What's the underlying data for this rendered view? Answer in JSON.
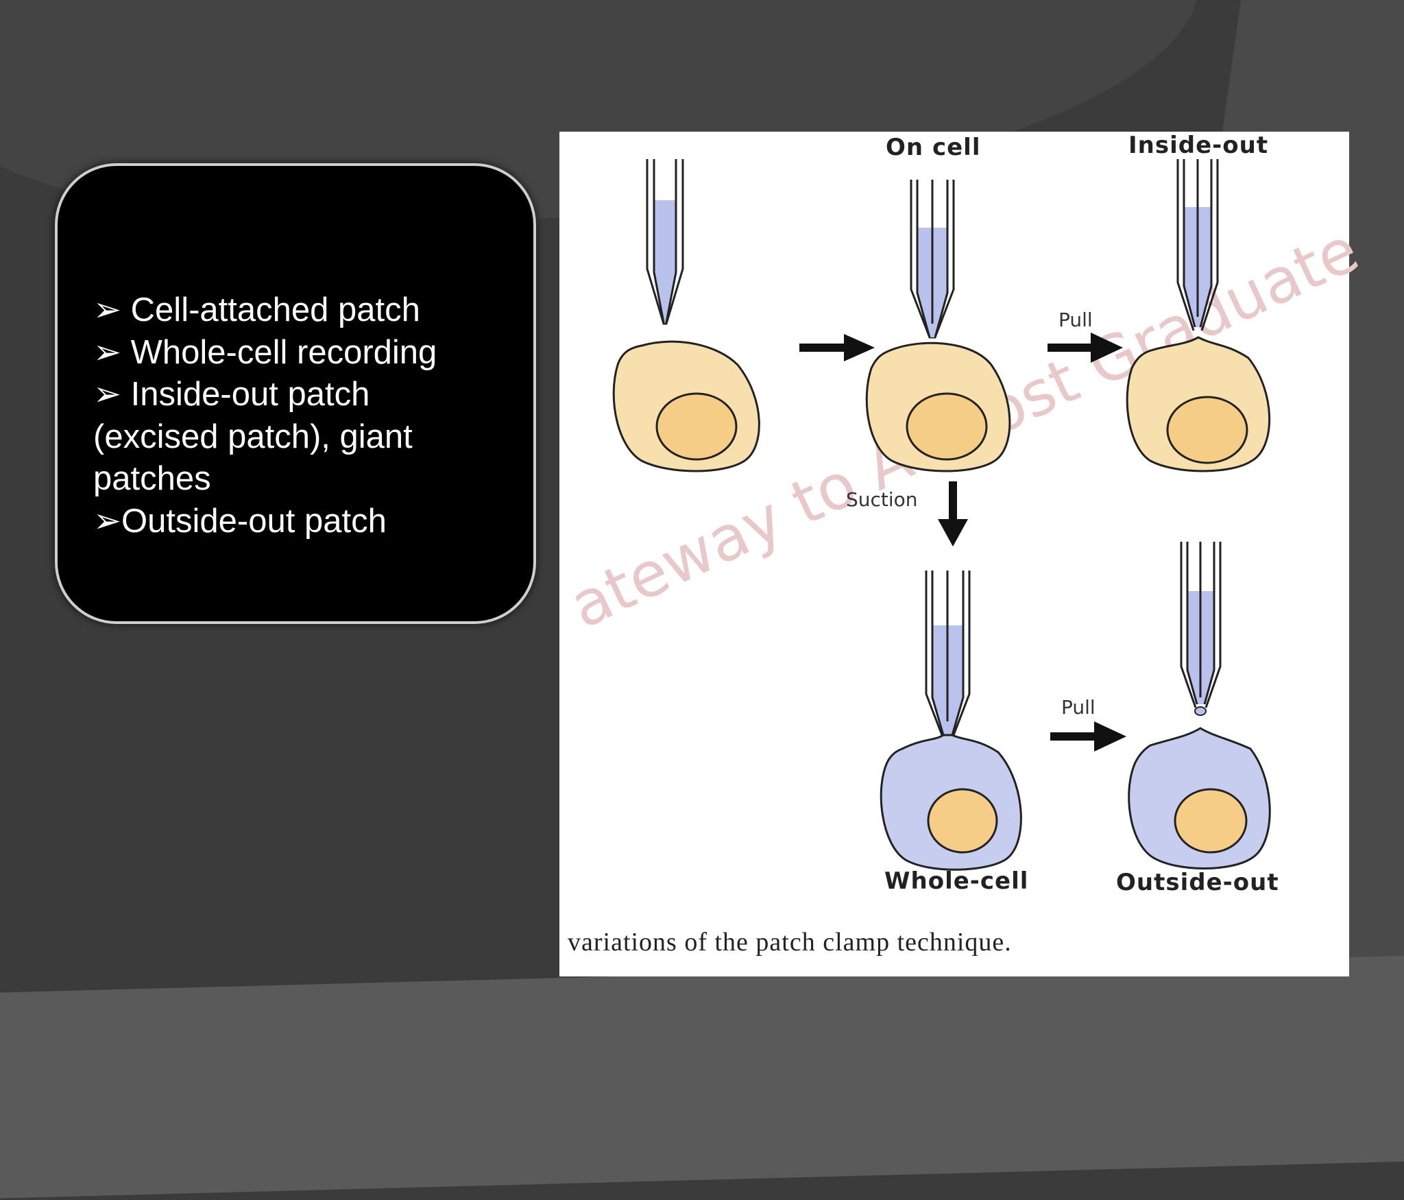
{
  "bullets": [
    "➢ Cell-attached patch",
    "➢ Whole-cell recording",
    "➢ Inside-out patch",
    "(excised patch), giant",
    "patches",
    "➢Outside-out patch"
  ],
  "figure": {
    "labels": {
      "on_cell": "On cell",
      "inside_out": "Inside-out",
      "whole_cell": "Whole-cell",
      "outside_out": "Outside-out",
      "pull_top": "Pull",
      "pull_bottom": "Pull",
      "suction": "Suction"
    },
    "caption": "variations of the patch clamp technique.",
    "watermark": "ateway to All Post Graduate"
  },
  "colors": {
    "background": "#3b3b3b",
    "box": "#000000",
    "cell_outer_yellow": "#f7dfae",
    "cell_inner_yellow": "#f5cd86",
    "cell_blue": "#c6cdee",
    "pipette_fill": "#b8c2ec"
  }
}
